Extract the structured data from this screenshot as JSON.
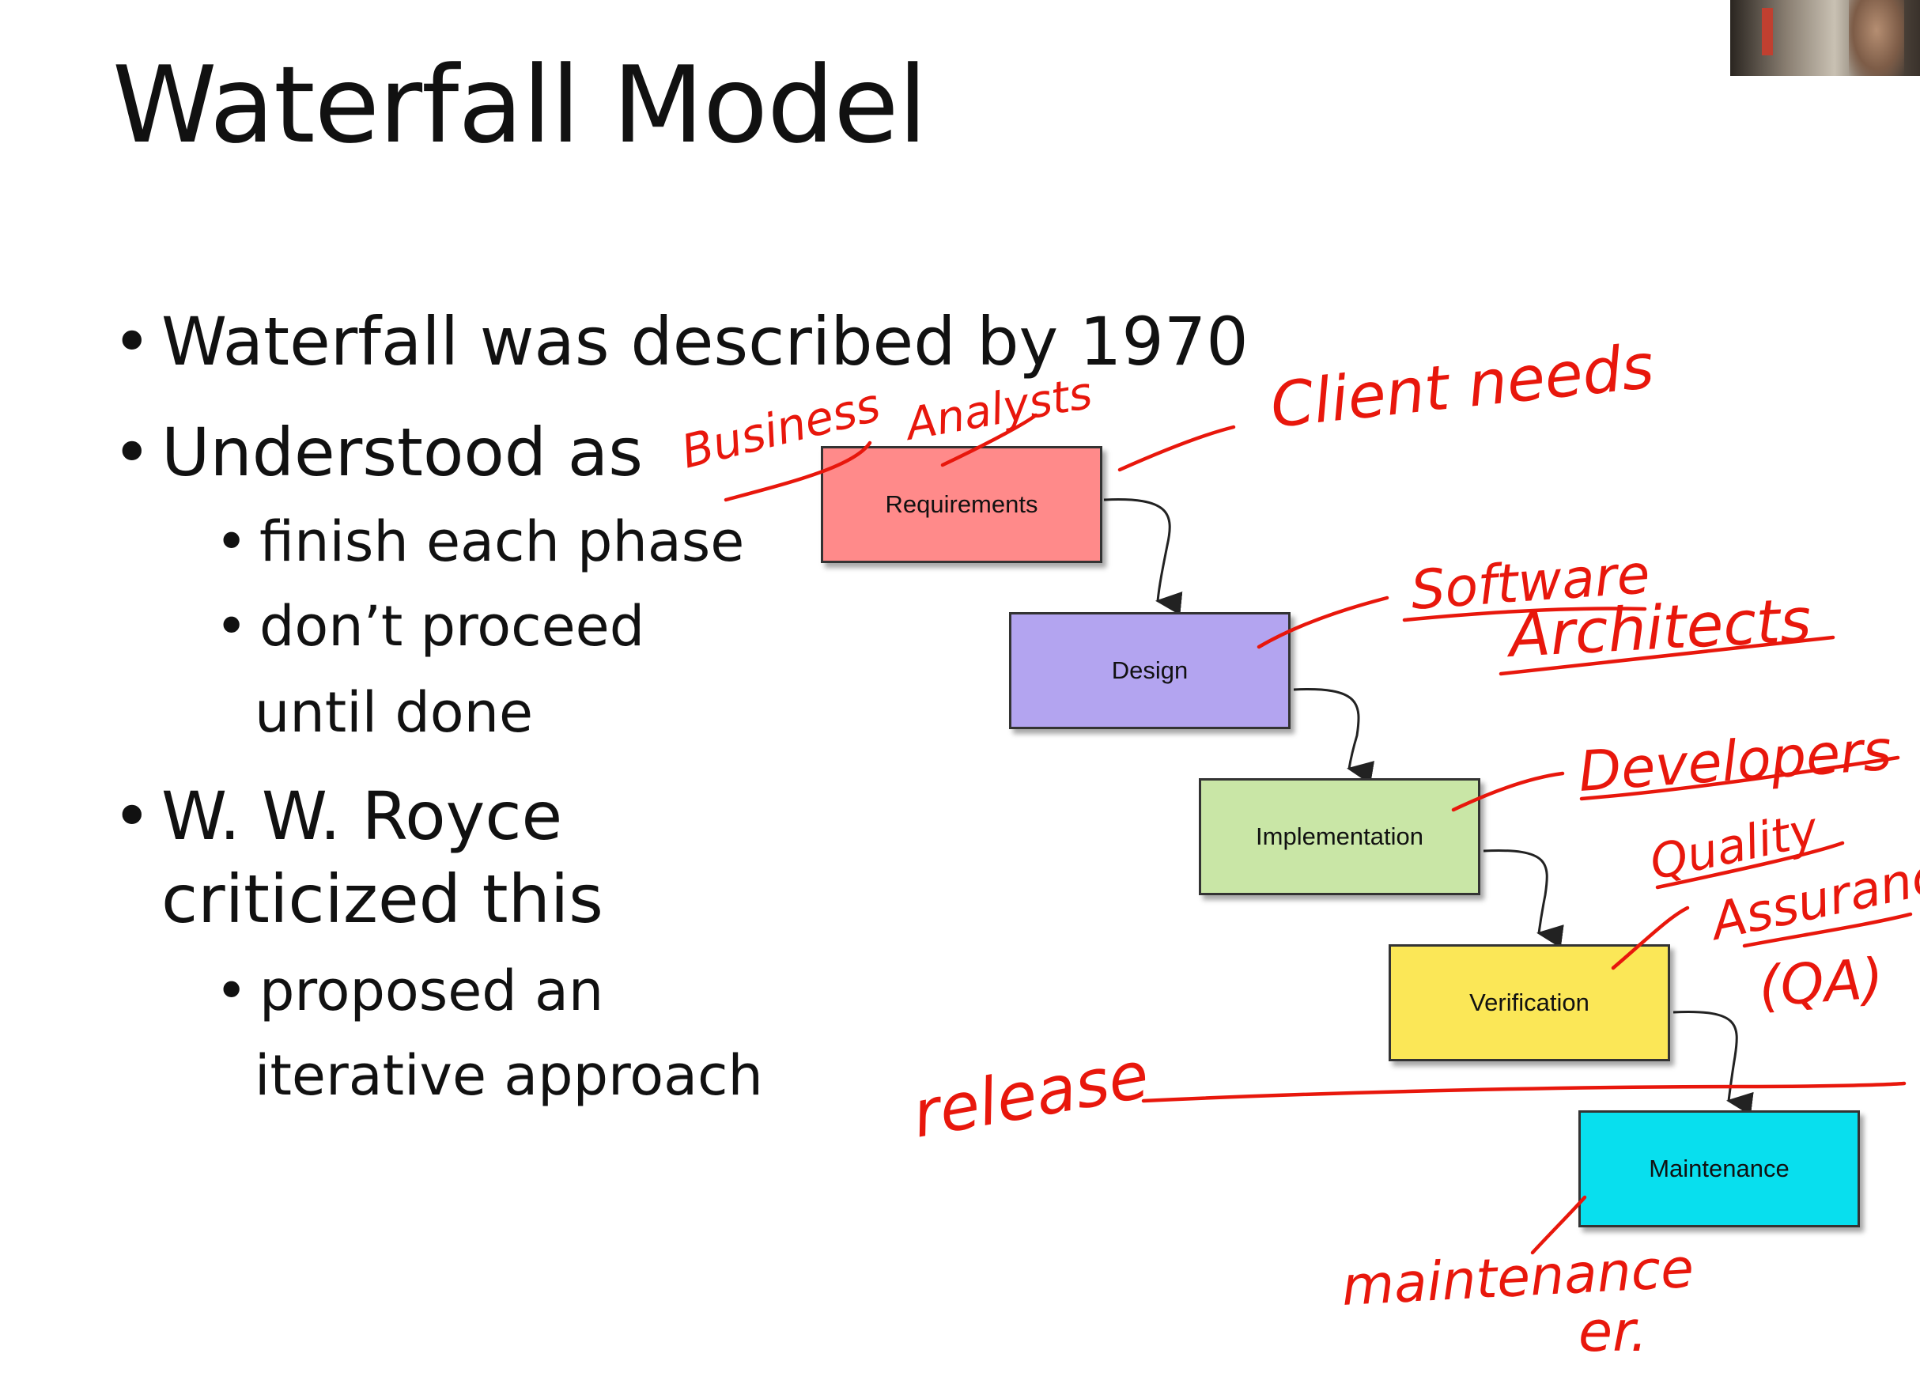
{
  "slide": {
    "title": "Waterfall Model",
    "bullets": [
      {
        "level": 1,
        "text": "Waterfall was described by 1970"
      },
      {
        "level": 1,
        "text": "Understood as"
      },
      {
        "level": 2,
        "text": "finish each phase"
      },
      {
        "level": 2,
        "text": "don’t proceed"
      },
      {
        "level": 2,
        "text": "until done",
        "continuation": true
      },
      {
        "level": 1,
        "text": "W. W. Royce"
      },
      {
        "level": 1,
        "text": "criticized this",
        "continuation": true
      },
      {
        "level": 2,
        "text": "proposed an"
      },
      {
        "level": 2,
        "text": "iterative approach",
        "continuation": true
      }
    ]
  },
  "diagram": {
    "phases": [
      {
        "label": "Requirements",
        "color": "#ff8a8a"
      },
      {
        "label": "Design",
        "color": "#b3a4f0"
      },
      {
        "label": "Implementation",
        "color": "#c9e6a6"
      },
      {
        "label": "Verification",
        "color": "#fbe757"
      },
      {
        "label": "Maintenance",
        "color": "#08dfee"
      }
    ]
  },
  "annotations": {
    "ink_color": "#e8170c",
    "business_analysts_1": "Business",
    "business_analysts_2": "Analysts",
    "client_needs": "Client needs",
    "software_architects_1": "Software",
    "software_architects_2": "Architects",
    "developers": "Developers",
    "qa_1": "Quality",
    "qa_2": "Assurance",
    "qa_3": "(QA)",
    "release": "release",
    "maintenance_1": "maintenance",
    "maintenance_2": "er."
  },
  "webcam": {
    "icon": "webcam-video-thumbnail"
  }
}
